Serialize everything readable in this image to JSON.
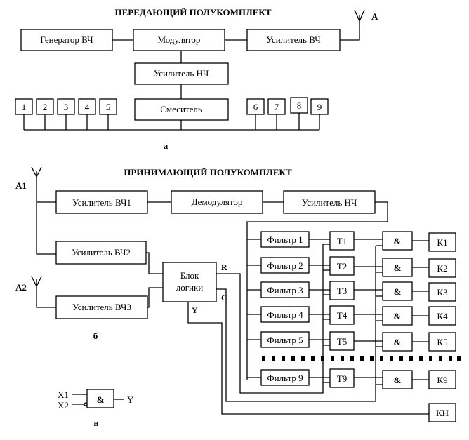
{
  "tx": {
    "title": "ПЕРЕДАЮЩИЙ  ПОЛУКОМПЛЕКТ",
    "antenna": "А",
    "generator": "Генератор ВЧ",
    "modulator": "Модулятор",
    "hf_amp": "Усилитель ВЧ",
    "lf_amp": "Усилитель НЧ",
    "mixer": "Смеситель",
    "channels": [
      "1",
      "2",
      "3",
      "4",
      "5",
      "6",
      "7",
      "8",
      "9"
    ],
    "caption": "а"
  },
  "rx": {
    "title": "ПРИНИМАЮЩИЙ  ПОЛУКОМПЛЕКТ",
    "a1": "А1",
    "a2": "А2",
    "hf_amp1": "Усилитель ВЧ1",
    "hf_amp2": "Усилитель ВЧ2",
    "hf_amp3": "Усилитель ВЧ3",
    "demodulator": "Демодулятор",
    "lf_amp": "Усилитель НЧ",
    "logic_line1": "Блок",
    "logic_line2": "логики",
    "pin_r": "R",
    "pin_c": "C",
    "pin_y": "Y",
    "filters": [
      "Фильтр 1",
      "Фильтр 2",
      "Фильтр 3",
      "Фильтр 4",
      "Фильтр 5",
      "Фильтр 9"
    ],
    "triggers": [
      "Т1",
      "Т2",
      "Т3",
      "Т4",
      "Т5",
      "Т9"
    ],
    "and_gate": "&",
    "keys": [
      "К1",
      "К2",
      "К3",
      "К4",
      "К5",
      "К9"
    ],
    "kn": "КН",
    "caption": "б"
  },
  "gate": {
    "x1": "Х1",
    "x2": "Х2",
    "symbol": "&",
    "y": "Y",
    "caption": "в"
  }
}
